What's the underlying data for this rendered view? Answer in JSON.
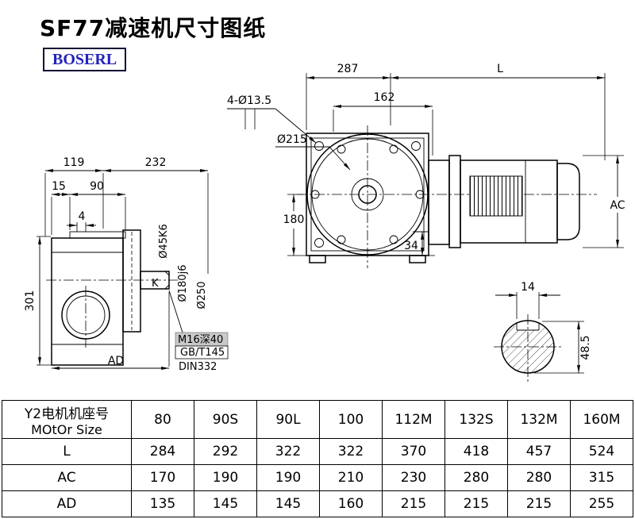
{
  "page": {
    "title": "SF77减速机尺寸图纸",
    "brand": "BOSERL"
  },
  "side_view": {
    "dim_119": "119",
    "dim_232": "232",
    "dim_15": "15",
    "dim_90": "90",
    "dim_4": "4",
    "dim_301": "301",
    "dim_ad": "AD",
    "dia_shaft": "Ø45K6",
    "dia_spigot": "Ø180j6",
    "dia_flange": "Ø250",
    "label_k": "K",
    "note_tap": "M16深40",
    "note_std": "GB/T145",
    "note_din": "DIN332"
  },
  "front_view": {
    "dim_287": "287",
    "dim_l": "L",
    "dim_162": "162",
    "dim_holes": "4-Ø13.5",
    "dim_dia215": "Ø215",
    "dim_180": "180",
    "dim_34": "34",
    "dim_ac": "AC"
  },
  "shaft_view": {
    "dim_14": "14",
    "dim_48_5": "48.5"
  },
  "table": {
    "header": {
      "label_cn": "Y2电机机座号",
      "label_en": "MOtOr Size",
      "sizes": [
        "80",
        "90S",
        "90L",
        "100",
        "112M",
        "132S",
        "132M",
        "160M"
      ]
    },
    "rows": [
      {
        "label": "L",
        "values": [
          "284",
          "292",
          "322",
          "322",
          "370",
          "418",
          "457",
          "524"
        ]
      },
      {
        "label": "AC",
        "values": [
          "170",
          "190",
          "190",
          "210",
          "230",
          "280",
          "280",
          "315"
        ]
      },
      {
        "label": "AD",
        "values": [
          "135",
          "145",
          "145",
          "160",
          "215",
          "215",
          "215",
          "255"
        ]
      }
    ]
  },
  "colors": {
    "brand_text": "#2222bb",
    "line": "#000000",
    "note_bg": "#c9c9c9"
  }
}
